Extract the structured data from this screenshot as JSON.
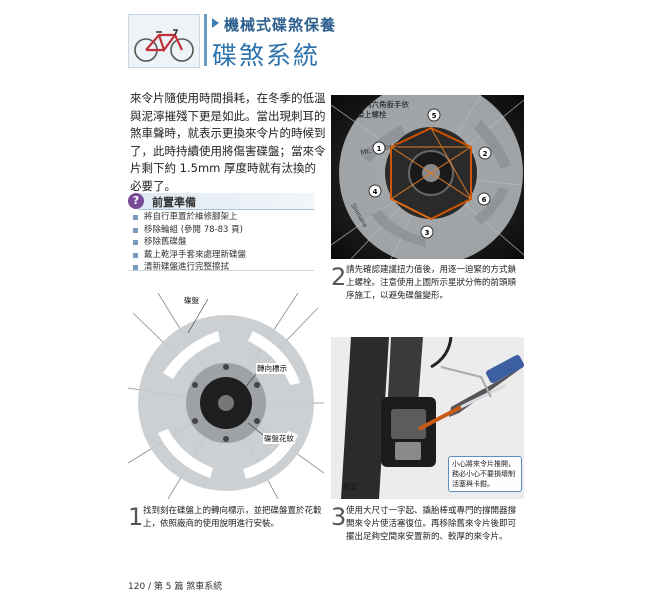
{
  "header": {
    "subtitle": "機械式碟煞保養",
    "title": "碟煞系統"
  },
  "intro": "來令片隨使用時間損耗，在冬季的低溫與泥濘摧殘下更是如此。當出現刺耳的煞車聲時，就表示更換來令片的時候到了，此時持續使用將傷害碟盤；當來令片剩下約 1.5mm 厚度時就有汰換的必要了。",
  "prep": {
    "icon": "?",
    "title": "前置準備",
    "items": [
      "將自行車置於維修腳架上",
      "移除輪組 (參閱 78-83 頁)",
      "移除舊碟盤",
      "戴上乾淨手套來處理新碟盤",
      "清新碟盤進行完整擦拭"
    ]
  },
  "photo_top": {
    "callout": "使用內六角扳手依序鎖上螺栓",
    "disc_text_1": "Mt. Rotor S",
    "disc_text_2": "Shimano",
    "bolts": [
      "1",
      "2",
      "3",
      "4",
      "5",
      "6"
    ]
  },
  "photo_left": {
    "label_rotor": "碟盤",
    "label_direction": "轉向標示",
    "label_pattern": "碟盤花紋"
  },
  "photo_right": {
    "label_fork": "前叉",
    "note": "小心將來令片推開，務必小心不要損壞制活塞與卡鉗。"
  },
  "steps": [
    {
      "number": "1",
      "text": "找到刻在碟盤上的轉向標示，並把碟盤置於花轂上，依照廠商的使用說明進行安裝。"
    },
    {
      "number": "2",
      "text": "請先確認建議扭力值後，用逐一迫緊的方式鎖上螺栓。注意使用上圖所示星狀分佈的前頭順序施工，以避免碟盤變形。"
    },
    {
      "number": "3",
      "text": "使用大尺寸一字起、撬胎棒或專門的撐開器撐開來令片使活塞復位。再移除舊來令片後即可擺出足夠空間來安置新的、較厚的來令片。"
    }
  ],
  "footer": "120 / 第 5 篇 煞車系統"
}
